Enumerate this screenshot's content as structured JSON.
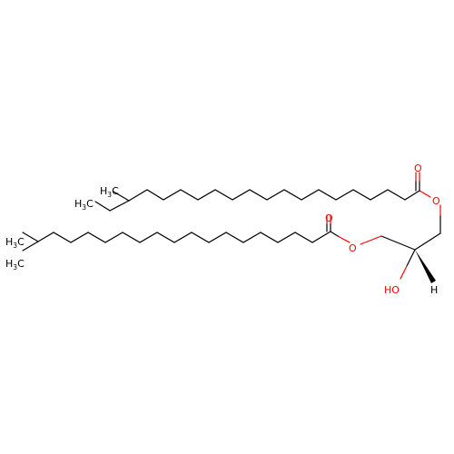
{
  "molecule": {
    "labels": {
      "ch3_top": "H",
      "ch3_top_sub": "3",
      "ch3_top_c": "C",
      "ch3_mid": "H",
      "ch3_mid_sub": "3",
      "ch3_mid_c": "C",
      "ch3_bottom": "H",
      "ch3_bottom_sub": "3",
      "ch3_bottom_c": "C",
      "o_carbonyl_1": "O",
      "o_ester_1": "O",
      "o_carbonyl_2": "O",
      "o_ester_2": "O",
      "hydroxyl": "HO",
      "hydrogen": "H"
    },
    "colors": {
      "bond": "#000000",
      "oxygen": "#ff0000",
      "carbon_label": "#000000"
    }
  }
}
